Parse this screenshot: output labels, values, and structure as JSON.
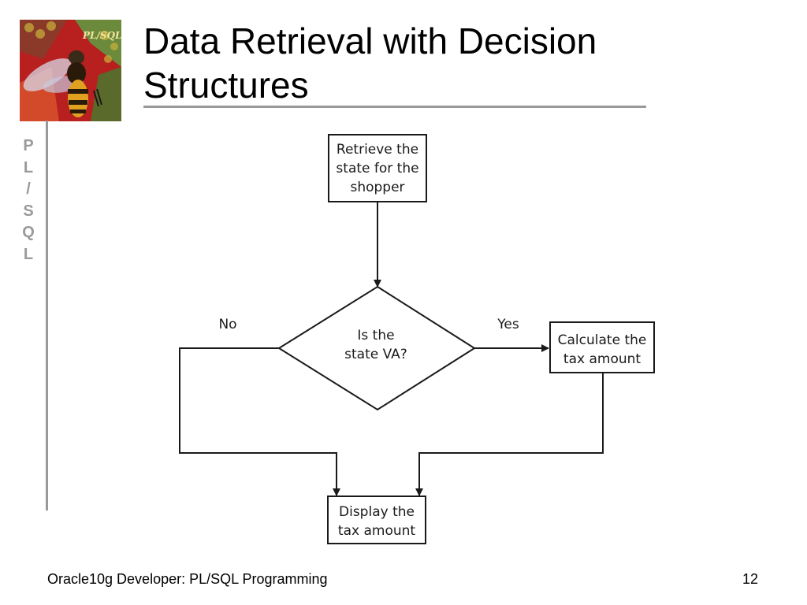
{
  "slide": {
    "title_line1": "Data Retrieval with Decision",
    "title_line2": "Structures",
    "side_letters": [
      "P",
      "L",
      "/",
      "S",
      "Q",
      "L"
    ],
    "logo_text": "PL/SQL"
  },
  "flowchart": {
    "start_box": [
      "Retrieve the",
      "state for the",
      "shopper"
    ],
    "decision": [
      "Is the",
      "state VA?"
    ],
    "no_label": "No",
    "yes_label": "Yes",
    "calc_box": [
      "Calculate the",
      "tax amount"
    ],
    "display_box": [
      "Display the",
      "tax amount"
    ]
  },
  "footer": {
    "course": "Oracle10g Developer: PL/SQL Programming",
    "page_number": "12"
  }
}
